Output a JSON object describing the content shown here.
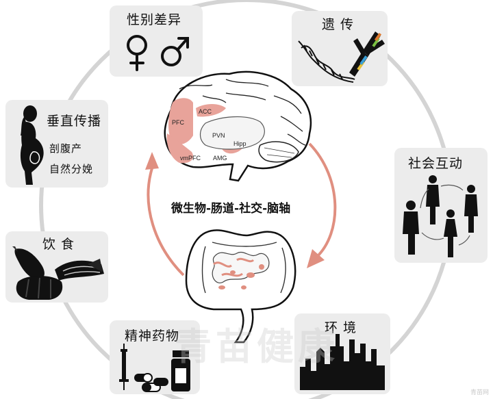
{
  "factors": {
    "gender": {
      "title": "性别差异",
      "icons": [
        "female-symbol-icon",
        "male-symbol-icon"
      ]
    },
    "genetics": {
      "title": "遗 传",
      "icons": [
        "dna-strand-icon",
        "chromosome-icon"
      ]
    },
    "vertical": {
      "title": "垂直传播",
      "line1": "剖腹产",
      "line2": "自然分娩",
      "icons": [
        "pregnant-woman-icon"
      ]
    },
    "social": {
      "title": "社会互动",
      "icons": [
        "people-group-icon"
      ]
    },
    "diet": {
      "title": "饮 食",
      "icons": [
        "eggplant-icon",
        "fish-icon",
        "bread-icon"
      ]
    },
    "environment": {
      "title": "环 境",
      "icons": [
        "city-skyline-icon"
      ]
    },
    "drugs": {
      "title": "精神药物",
      "icons": [
        "syringe-icon",
        "pills-icon",
        "medicine-bottle-icon"
      ]
    }
  },
  "center": {
    "title": "微生物-肠道-社交-脑轴",
    "brain_regions": [
      "PFC",
      "ACC",
      "PVN",
      "Hipp",
      "vmPFC",
      "AMG"
    ]
  },
  "watermark": "青苗健康",
  "corner_mark": "青苗网"
}
